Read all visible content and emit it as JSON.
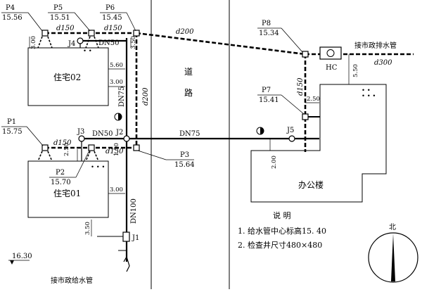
{
  "points": {
    "p1": {
      "name": "P1",
      "elev": "15.75"
    },
    "p2": {
      "name": "P2",
      "elev": "15.70"
    },
    "p3": {
      "name": "P3",
      "elev": "15.64"
    },
    "p4": {
      "name": "P4",
      "elev": "15.56"
    },
    "p5": {
      "name": "P5",
      "elev": "15.51"
    },
    "p6": {
      "name": "P6",
      "elev": "15.45"
    },
    "p7": {
      "name": "P7",
      "elev": "15.41"
    },
    "p8": {
      "name": "P8",
      "elev": "15.34"
    }
  },
  "junctions": {
    "j1": "J1",
    "j2": "J2",
    "j3": "J3",
    "j4": "J4",
    "j5": "J5"
  },
  "buildings": {
    "res02": "住宅02",
    "res01": "住宅01",
    "office": "办公楼"
  },
  "road": {
    "char1": "道",
    "char2": "路"
  },
  "pipes": {
    "d150_a": "d150",
    "d150_b": "d150",
    "d150_c": "d150",
    "d150_d": "d150",
    "d150_e": "d150",
    "d200_top": "d200",
    "d200_vert": "d200",
    "d300": "d300",
    "dn50_top": "DN50",
    "dn50_mid": "DN50",
    "dn75_vert": "DN75",
    "dn75_horiz": "DN75",
    "dn100": "DN100"
  },
  "dims": {
    "d300a": "3.00",
    "d350": "3.50",
    "d560": "5.60",
    "d300b": "3.00",
    "d250a": "2.50",
    "d150": "1.50",
    "d300c": "3.00",
    "d350b": "3.50",
    "d550": "5.50",
    "d250b": "2.50",
    "d200": "2.00"
  },
  "hc": "HC",
  "municipal_drain": "接市政排水管",
  "municipal_supply": "接市政给水管",
  "ground_elev": "16.30",
  "notes": {
    "title": "说  明",
    "line1": "1.  给水管中心标高15. 40",
    "line2": "2.  检查井尺寸480×480"
  },
  "north": "北",
  "dots": "• • •"
}
